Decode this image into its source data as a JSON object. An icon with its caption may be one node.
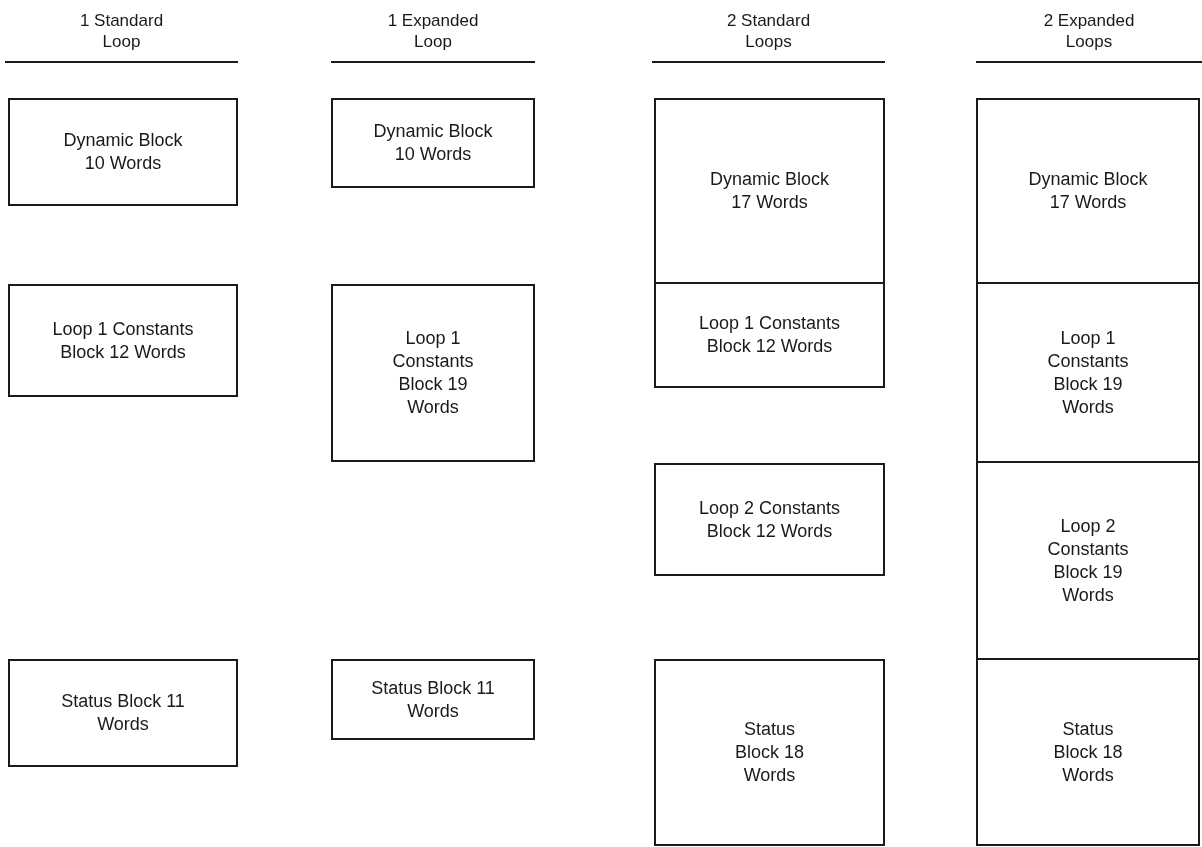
{
  "diagram": {
    "nodes": [
      {
        "text": [
          "Dynamic Block 10 Words"
        ]
      },
      {
        "text": [
          "Loop 1 Constants Block 12 Words"
        ]
      },
      {
        "text": [
          "Status Block 11 Words"
        ]
      },
      {
        "text": [
          "Dynamic Block 10 Words"
        ]
      },
      {
        "text": [
          "Loop 1 Constants Block 19 Words"
        ]
      },
      {
        "text": [
          "Status Block 11 Words"
        ]
      },
      {
        "text": [
          "Dynamic Block 17 Words"
        ]
      },
      {
        "text": [
          "Loop 1 Constants Block 12 Words"
        ]
      },
      {
        "text": [
          "Loop 2 Constants Block 12 Words"
        ]
      },
      {
        "text": [
          "Status Block 18 Words"
        ]
      },
      {
        "text": [
          "Dynamic Block 17 Words"
        ]
      },
      {
        "text": [
          "Loop 1 Constants Block 19 Words"
        ]
      },
      {
        "text": [
          "Loop 2 Constants Block 19 Words"
        ]
      },
      {
        "text": [
          "Status Block 18 Words"
        ]
      }
    ],
    "edges": [],
    "labels": [
      "1 Standard Loop",
      "1 Expanded Loop",
      "2 Standard Loops",
      "2 Expanded Loops"
    ]
  }
}
